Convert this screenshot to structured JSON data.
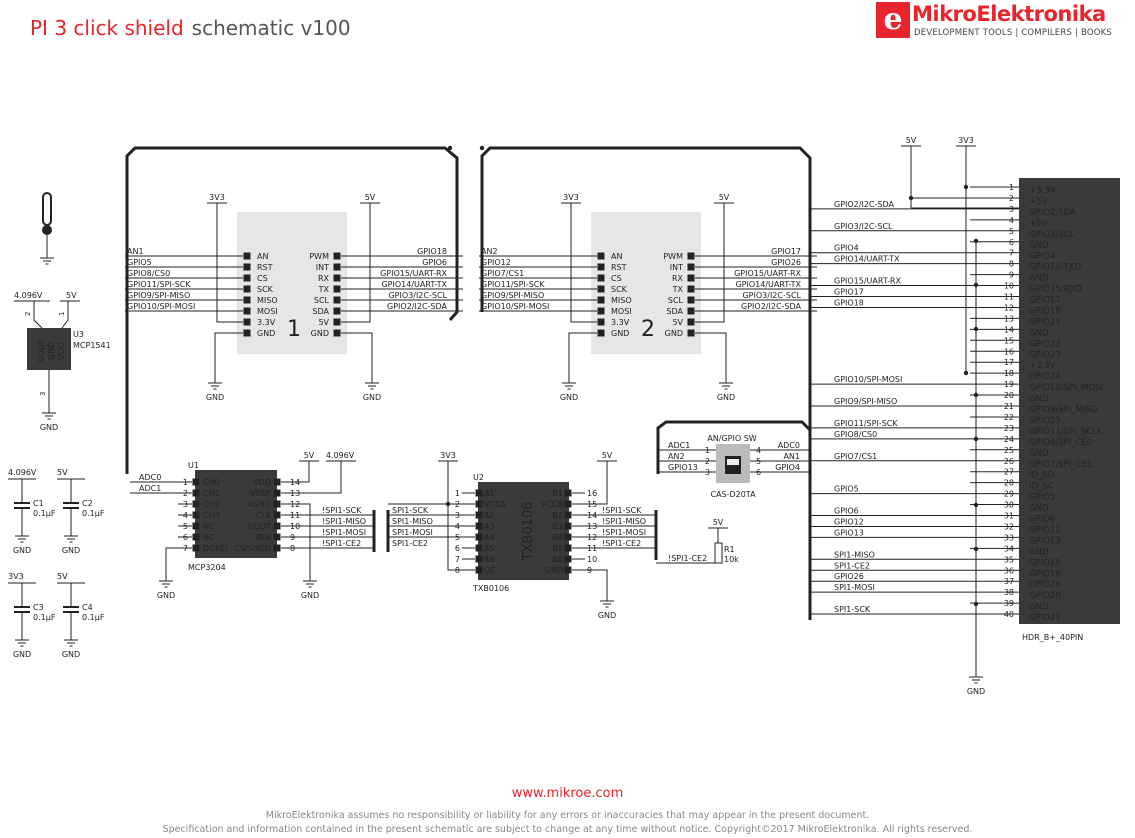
{
  "header": {
    "title": "PI 3 click shield",
    "subtitle": "schematic v100",
    "logo_letter": "e",
    "logo_name": "MikroElektronika",
    "logo_tagline": "DEVELOPMENT TOOLS | COMPILERS | BOOKS"
  },
  "footer": {
    "url": "www.mikroe.com",
    "disclaimer1": "MikroElektronika assumes no responsibility or liability for any errors or inaccuracies that may appear in the present document.",
    "disclaimer2": "Specification and information contained in the present schematic are subject to change at any time without notice. Copyright©2017 MikroElektronika. All rights reserved."
  },
  "net_labels": {
    "v33": "3V3",
    "v5": "5V",
    "gnd": "GND",
    "v4096": "4.096V"
  },
  "mikrobus1": {
    "number": "1",
    "left_pins": [
      "AN",
      "RST",
      "CS",
      "SCK",
      "MISO",
      "MOSI",
      "3.3V",
      "GND"
    ],
    "left_nets": [
      "AN1",
      "GPIO5",
      "GPIO8/CS0",
      "GPIO11/SPI-SCK",
      "GPIO9/SPI-MISO",
      "GPIO10/SPI-MOSI"
    ],
    "right_pins": [
      "PWM",
      "INT",
      "RX",
      "TX",
      "SCL",
      "SDA",
      "5V",
      "GND"
    ],
    "right_nets": [
      "GPIO18",
      "GPIO6",
      "GPIO15/UART-RX",
      "GPIO14/UART-TX",
      "GPIO3/I2C-SCL",
      "GPIO2/I2C-SDA"
    ]
  },
  "mikrobus2": {
    "number": "2",
    "left_pins": [
      "AN",
      "RST",
      "CS",
      "SCK",
      "MISO",
      "MOSI",
      "3.3V",
      "GND"
    ],
    "left_nets": [
      "AN2",
      "GPIO12",
      "GPIO7/CS1",
      "GPIO11/SPI-SCK",
      "GPIO9/SPI-MISO",
      "GPIO10/SPI-MOSI"
    ],
    "right_pins": [
      "PWM",
      "INT",
      "RX",
      "TX",
      "SCL",
      "SDA",
      "5V",
      "GND"
    ],
    "right_nets": [
      "GPIO17",
      "GPIO26",
      "GPIO15/UART-RX",
      "GPIO14/UART-TX",
      "GPIO3/I2C-SCL",
      "GPIO2/I2C-SDA"
    ]
  },
  "u3": {
    "ref": "U3",
    "part": "MCP1541",
    "pins": [
      "VOUT",
      "VDD",
      "GND"
    ],
    "pin_nums": [
      "2",
      "1",
      "3"
    ]
  },
  "caps": [
    {
      "ref": "C1",
      "value": "0.1µF",
      "net": "4.096V"
    },
    {
      "ref": "C2",
      "value": "0.1µF",
      "net": "5V"
    },
    {
      "ref": "C3",
      "value": "0.1µF",
      "net": "3V3"
    },
    {
      "ref": "C4",
      "value": "0.1µF",
      "net": "5V"
    }
  ],
  "u1": {
    "ref": "U1",
    "part": "MCP3204",
    "left_pins": [
      "CH0",
      "CH1",
      "CH2",
      "CH3",
      "NC",
      "NC",
      "DGND"
    ],
    "left_nums": [
      "1",
      "2",
      "3",
      "4",
      "5",
      "6",
      "7"
    ],
    "right_pins": [
      "VDD",
      "VREF",
      "AGND",
      "CLK",
      "DOUT",
      "DIN",
      "CS/SHDN"
    ],
    "right_nums": [
      "14",
      "13",
      "12",
      "11",
      "10",
      "9",
      "8"
    ],
    "left_nets": [
      "ADC0",
      "ADC1"
    ],
    "right_nets": [
      "!SPI1-SCK",
      "!SPI1-MISO",
      "!SPI1-MOSI",
      "!SPI1-CE2"
    ]
  },
  "u2": {
    "ref": "U2",
    "part": "TXB0106",
    "left_pins": [
      "A1",
      "VCCA",
      "A2",
      "A3",
      "A4",
      "A5",
      "A6",
      "OE"
    ],
    "left_nums": [
      "1",
      "2",
      "3",
      "4",
      "5",
      "6",
      "7",
      "8"
    ],
    "right_pins": [
      "B1",
      "VCCB",
      "B2",
      "B3",
      "B4",
      "B5",
      "B6",
      "GND"
    ],
    "right_nums": [
      "16",
      "15",
      "14",
      "13",
      "12",
      "11",
      "10",
      "9"
    ],
    "left_nets": [
      "SPI1-SCK",
      "SPI1-MISO",
      "SPI1-MOSI",
      "SPI1-CE2"
    ],
    "right_nets": [
      "!SPI1-SCK",
      "!SPI1-MISO",
      "!SPI1-MOSI",
      "!SPI1-CE2"
    ]
  },
  "r1": {
    "ref": "R1",
    "value": "10k",
    "net": "!SPI1-CE2"
  },
  "switch": {
    "title": "AN/GPIO SW",
    "part": "CAS-D20TA",
    "left_nets": [
      "ADC1",
      "AN2",
      "GPIO13"
    ],
    "left_nums": [
      "1",
      "2",
      "3"
    ],
    "right_nums": [
      "4",
      "5",
      "6"
    ],
    "right_nets": [
      "ADC0",
      "AN1",
      "GPIO4"
    ]
  },
  "header40": {
    "part": "HDR_B+_40PIN",
    "pin_labels": [
      "+3.3V",
      "+5V",
      "GPIO2/SDA",
      "+5V",
      "GPIO3/SCL",
      "GND",
      "GPIO4",
      "GPIO14/TXD",
      "GND",
      "GPIO15/RXD",
      "GPIO17",
      "GPIO18",
      "GPIO27",
      "GND",
      "GPIO22",
      "GPIO23",
      "+3.3V",
      "GPIO24",
      "GPIO10/SPI_MOSI",
      "GND",
      "GPIO9/SPI_MISO",
      "GPIO25",
      "GPIO11/SPI_SCLK",
      "GPIO8/SPI_CE0",
      "GND",
      "GPIO7/SPI_CE1",
      "ID_SD",
      "ID_SC",
      "GPIO5",
      "GND",
      "GPIO6",
      "GPIO12",
      "GPIO13",
      "GND",
      "GPIO19",
      "GPIO16",
      "GPIO26",
      "GPIO20",
      "GND",
      "GPIO21"
    ],
    "nets": [
      {
        "pin": 3,
        "name": "GPIO2/I2C-SDA"
      },
      {
        "pin": 5,
        "name": "GPIO3/I2C-SCL"
      },
      {
        "pin": 7,
        "name": "GPIO4"
      },
      {
        "pin": 8,
        "name": "GPIO14/UART-TX"
      },
      {
        "pin": 10,
        "name": "GPIO15/UART-RX"
      },
      {
        "pin": 11,
        "name": "GPIO17"
      },
      {
        "pin": 12,
        "name": "GPIO18"
      },
      {
        "pin": 19,
        "name": "GPIO10/SPI-MOSI"
      },
      {
        "pin": 21,
        "name": "GPIO9/SPI-MISO"
      },
      {
        "pin": 23,
        "name": "GPIO11/SPI-SCK"
      },
      {
        "pin": 24,
        "name": "GPIO8/CS0"
      },
      {
        "pin": 26,
        "name": "GPIO7/CS1"
      },
      {
        "pin": 29,
        "name": "GPIO5"
      },
      {
        "pin": 31,
        "name": "GPIO6"
      },
      {
        "pin": 32,
        "name": "GPIO12"
      },
      {
        "pin": 33,
        "name": "GPIO13"
      },
      {
        "pin": 35,
        "name": "SPI1-MISO"
      },
      {
        "pin": 36,
        "name": "SPI1-CE2"
      },
      {
        "pin": 37,
        "name": "GPIO26"
      },
      {
        "pin": 38,
        "name": "SPI1-MOSI"
      },
      {
        "pin": 40,
        "name": "SPI1-SCK"
      }
    ]
  },
  "colors": {
    "brand": "#e8242c",
    "ic_body": "#3a3a3a",
    "mikrobus_body": "#e6e6e6",
    "wire": "#222222"
  }
}
